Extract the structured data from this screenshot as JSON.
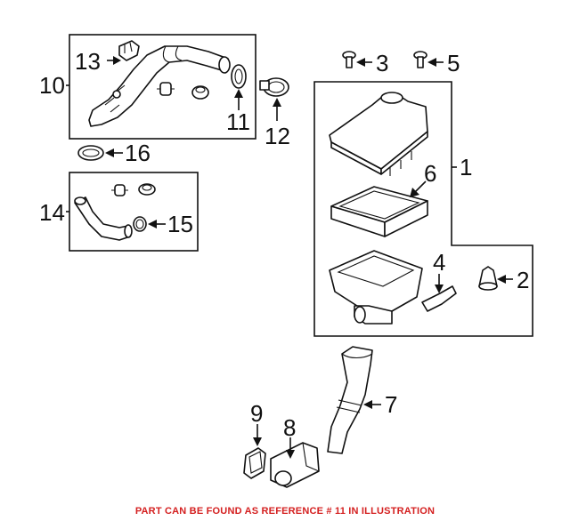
{
  "callouts": {
    "c1": "1",
    "c2": "2",
    "c3": "3",
    "c4": "4",
    "c5": "5",
    "c6": "6",
    "c7": "7",
    "c8": "8",
    "c9": "9",
    "c10": "10",
    "c11": "11",
    "c12": "12",
    "c13": "13",
    "c14": "14",
    "c15": "15",
    "c16": "16"
  },
  "footer": {
    "note": "PART CAN BE FOUND AS REFERENCE # 11 IN ILLUSTRATION"
  },
  "colors": {
    "line": "#111111",
    "note": "#d42020",
    "background": "#ffffff"
  }
}
